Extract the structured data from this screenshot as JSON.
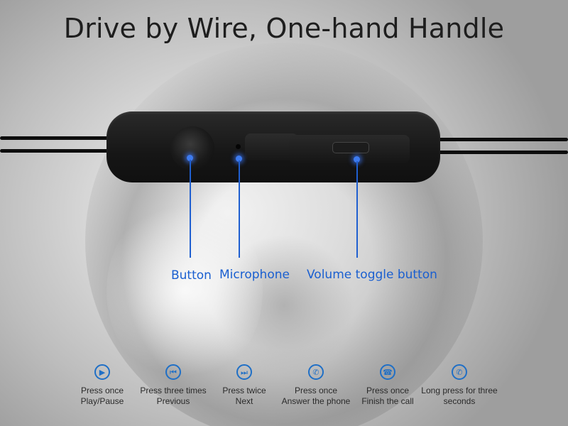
{
  "title": "Drive by Wire, One-hand Handle",
  "callouts": {
    "button": "Button",
    "microphone": "Microphone",
    "volume": "Volume toggle button"
  },
  "controls": [
    {
      "icon": "play-icon",
      "line1": "Press once",
      "line2": "Play/Pause"
    },
    {
      "icon": "previous-icon",
      "line1": "Press three times",
      "line2": "Previous"
    },
    {
      "icon": "next-icon",
      "line1": "Press twice",
      "line2": "Next"
    },
    {
      "icon": "phone-answer-icon",
      "line1": "Press once",
      "line2": "Answer the phone"
    },
    {
      "icon": "phone-hangup-icon",
      "line1": "Press once",
      "line2": "Finish the call"
    },
    {
      "icon": "phone-longpress-icon",
      "line1": "Long press for three",
      "line2": "seconds"
    }
  ],
  "colors": {
    "accent": "#1f6fc6",
    "callout": "#1a5fd0"
  }
}
